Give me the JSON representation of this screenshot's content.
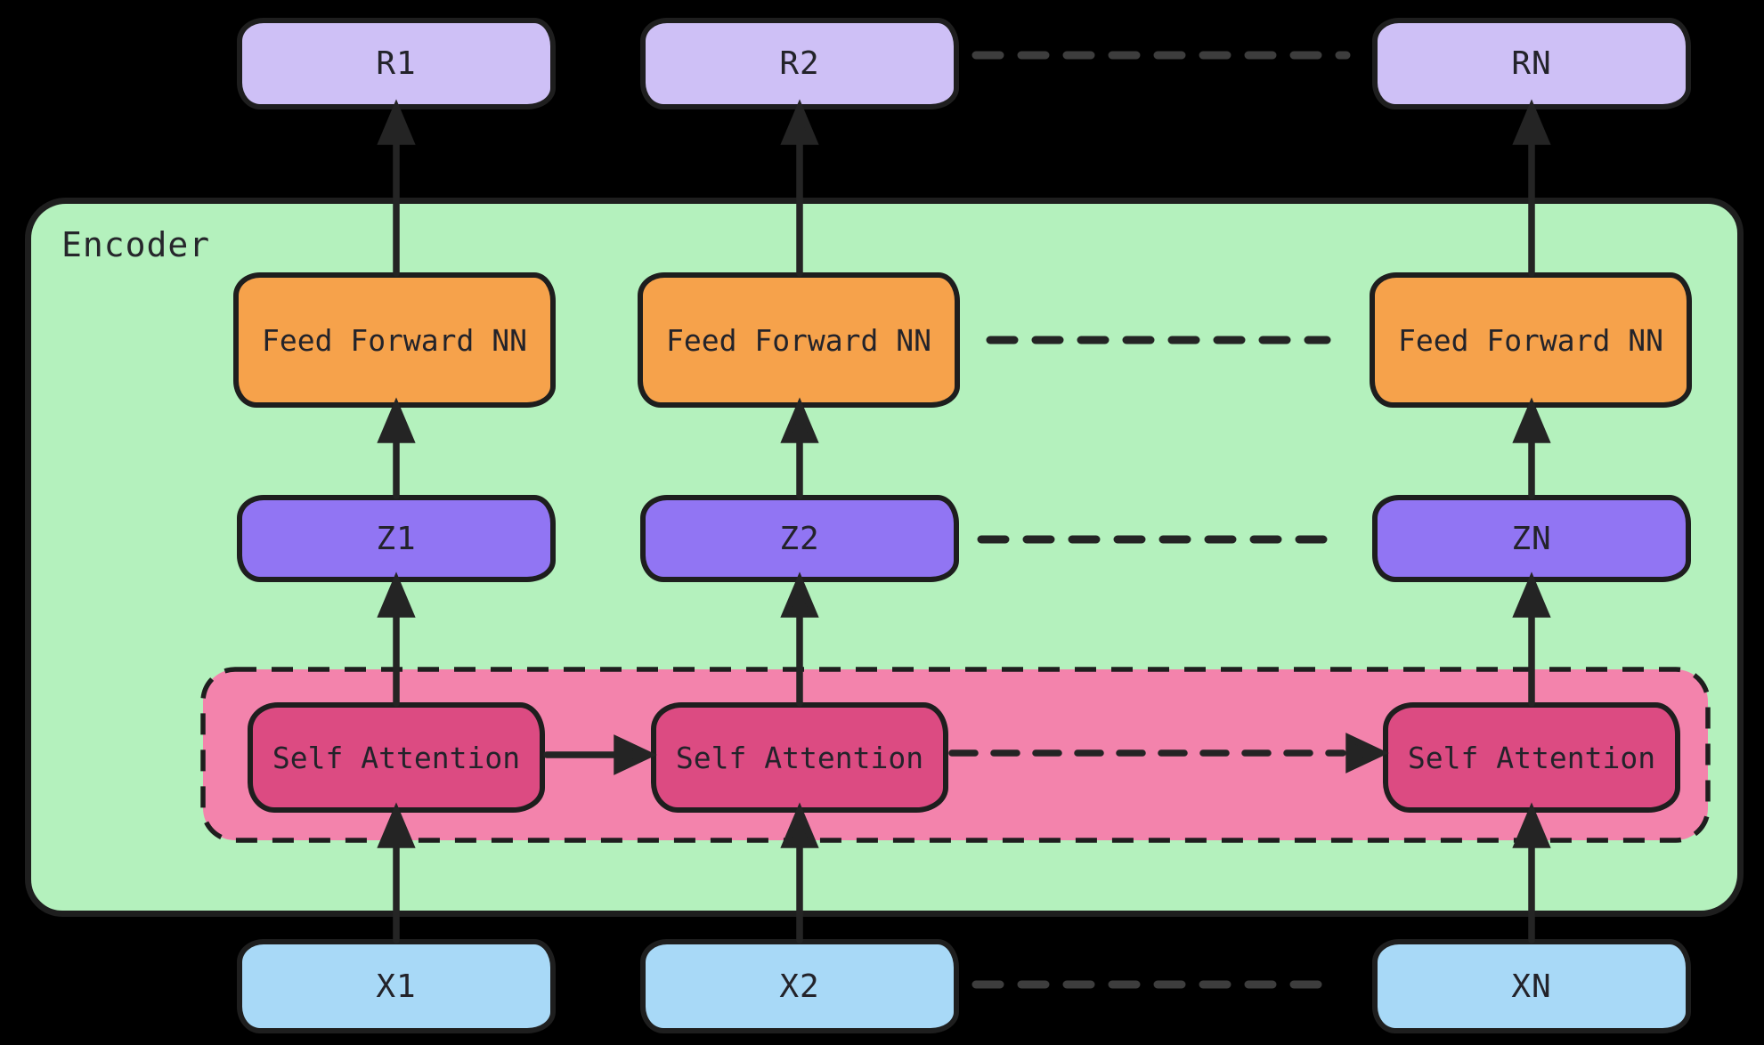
{
  "encoder": {
    "label": "Encoder"
  },
  "rows": {
    "outputs": {
      "labels": [
        "R1",
        "R2",
        "RN"
      ]
    },
    "feed_forward": {
      "labels": [
        "Feed Forward NN",
        "Feed Forward NN",
        "Feed Forward NN"
      ]
    },
    "z": {
      "labels": [
        "Z1",
        "Z2",
        "ZN"
      ]
    },
    "self_attention": {
      "labels": [
        "Self Attention",
        "Self Attention",
        "Self Attention"
      ]
    },
    "inputs": {
      "labels": [
        "X1",
        "X2",
        "XN"
      ]
    }
  },
  "colors": {
    "background": "#000000",
    "encoder_fill": "#b4f1bd",
    "attention_group_fill": "#f383ac",
    "output_fill": "#cec0f6",
    "feed_forward_fill": "#f6a24b",
    "z_fill": "#9175f3",
    "self_attention_fill": "#dc4b82",
    "input_fill": "#a8d9f7",
    "stroke": "#1e1e1e"
  }
}
